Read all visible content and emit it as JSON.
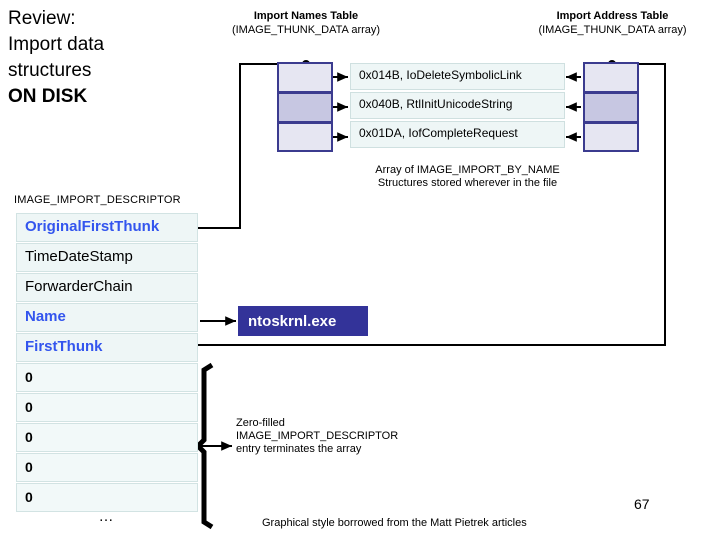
{
  "slide": {
    "title_lines": [
      "Review:",
      "Import data",
      "structures"
    ],
    "title_bold": "ON DISK",
    "page_number": "67",
    "credit": "Graphical style borrowed from the Matt Pietrek articles"
  },
  "headers": {
    "names_table": {
      "line1": "Import Names Table",
      "line2": "(IMAGE_THUNK_DATA array)"
    },
    "address_table": {
      "line1": "Import Address Table",
      "line2": "(IMAGE_THUNK_DATA array)"
    }
  },
  "import_names_table": {
    "cells": [
      "",
      "",
      ""
    ]
  },
  "import_address_table": {
    "cells": [
      "",
      "",
      ""
    ]
  },
  "name_entries": [
    "0x014B, IoDeleteSymbolicLink",
    "0x040B, RtlInitUnicodeString",
    "0x01DA, IofCompleteRequest"
  ],
  "array_note": {
    "line1": "Array of IMAGE_IMPORT_BY_NAME",
    "line2": "Structures stored wherever in the file"
  },
  "descriptor": {
    "label": "IMAGE_IMPORT_DESCRIPTOR",
    "fields": [
      {
        "name": "OriginalFirstThunk",
        "highlight": true
      },
      {
        "name": "TimeDateStamp",
        "highlight": false
      },
      {
        "name": "ForwarderChain",
        "highlight": false
      },
      {
        "name": "Name",
        "highlight": true
      },
      {
        "name": "FirstThunk",
        "highlight": true
      }
    ]
  },
  "zero_descriptor": {
    "rows": [
      "0",
      "0",
      "0",
      "0",
      "0"
    ],
    "ellipsis": "…",
    "note": {
      "line1": "Zero-filled",
      "line2": "IMAGE_IMPORT_DESCRIPTOR",
      "line3": "entry terminates the array"
    }
  },
  "dll_name": "ntoskrnl.exe",
  "colors": {
    "thunk_fill": "#e6e6f2",
    "thunk_fill_alt": "#c7c7e2",
    "thunk_border": "#3b3b8f",
    "entry_fill": "#eef6f6",
    "entry_border": "#cfe0e0",
    "highlight_text": "#3355ee",
    "dll_box": "#333399",
    "line": "#000000"
  }
}
